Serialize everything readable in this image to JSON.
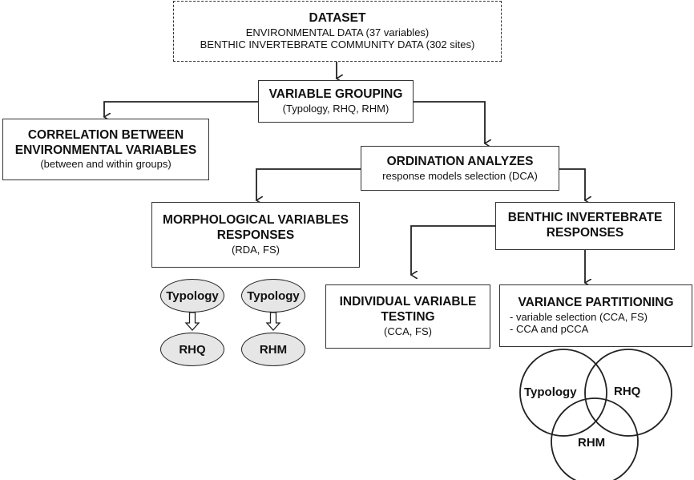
{
  "dataset": {
    "title": "DATASET",
    "line1": "ENVIRONMENTAL DATA (37 variables)",
    "line2": "BENTHIC INVERTEBRATE COMMUNITY DATA (302 sites)"
  },
  "grouping": {
    "title": "VARIABLE GROUPING",
    "sub": "(Typology, RHQ, RHM)"
  },
  "correlation": {
    "title1": "CORRELATION BETWEEN",
    "title2": "ENVIRONMENTAL VARIABLES",
    "sub": "(between and within groups)"
  },
  "ordination": {
    "title": "ORDINATION ANALYZES",
    "sub": "response models selection (DCA)"
  },
  "morph": {
    "title1": "MORPHOLOGICAL VARIABLES",
    "title2": "RESPONSES",
    "sub": "(RDA, FS)"
  },
  "benthic": {
    "title1": "BENTHIC INVERTEBRATE",
    "title2": "RESPONSES"
  },
  "individual": {
    "title1": "INDIVIDUAL VARIABLE",
    "title2": "TESTING",
    "sub": "(CCA, FS)"
  },
  "variance": {
    "title": "VARIANCE PARTITIONING",
    "item1": "- variable selection (CCA, FS)",
    "item2": "- CCA and pCCA"
  },
  "morph_groups": {
    "left_top": "Typology",
    "left_bottom": "RHQ",
    "right_top": "Typology",
    "right_bottom": "RHM"
  },
  "venn": {
    "a": "Typology",
    "b": "RHQ",
    "c": "RHM"
  },
  "colors": {
    "line": "#333333",
    "ellipse_fill": "#e6e6e6",
    "box_fill": "#ffffff"
  }
}
